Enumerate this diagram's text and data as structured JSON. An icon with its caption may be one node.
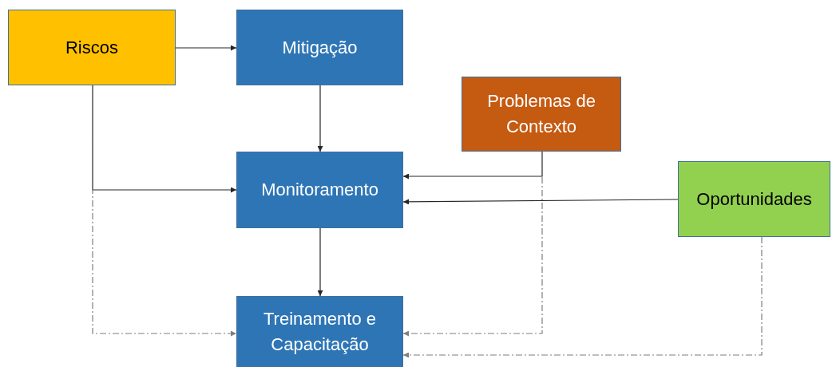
{
  "diagram": {
    "nodes": [
      {
        "text": [
          "Riscos"
        ]
      },
      {
        "text": [
          "Mitigação"
        ]
      },
      {
        "text": [
          "Problemas de Contexto"
        ]
      },
      {
        "text": [
          "Monitoramento"
        ]
      },
      {
        "text": [
          "Oportunidades"
        ]
      },
      {
        "text": [
          "Treinamento e Capacitação"
        ]
      }
    ],
    "edges": [
      {
        "from": 0,
        "to": 1,
        "arrow": "to"
      },
      {
        "from": 1,
        "to": 3,
        "arrow": "to"
      },
      {
        "from": 0,
        "to": 3,
        "arrow": "to"
      },
      {
        "from": 2,
        "to": 3,
        "arrow": "to"
      },
      {
        "from": 4,
        "to": 3,
        "arrow": "to"
      },
      {
        "from": 3,
        "to": 5,
        "arrow": "to"
      },
      {
        "from": 0,
        "to": 5,
        "arrow": "to",
        "style": "dashed",
        "color": "#7f7f7f"
      },
      {
        "from": 2,
        "to": 5,
        "arrow": "to",
        "style": "dashed",
        "color": "#7f7f7f"
      },
      {
        "from": 4,
        "to": 5,
        "arrow": "to",
        "style": "dashed",
        "color": "#7f7f7f"
      }
    ]
  }
}
